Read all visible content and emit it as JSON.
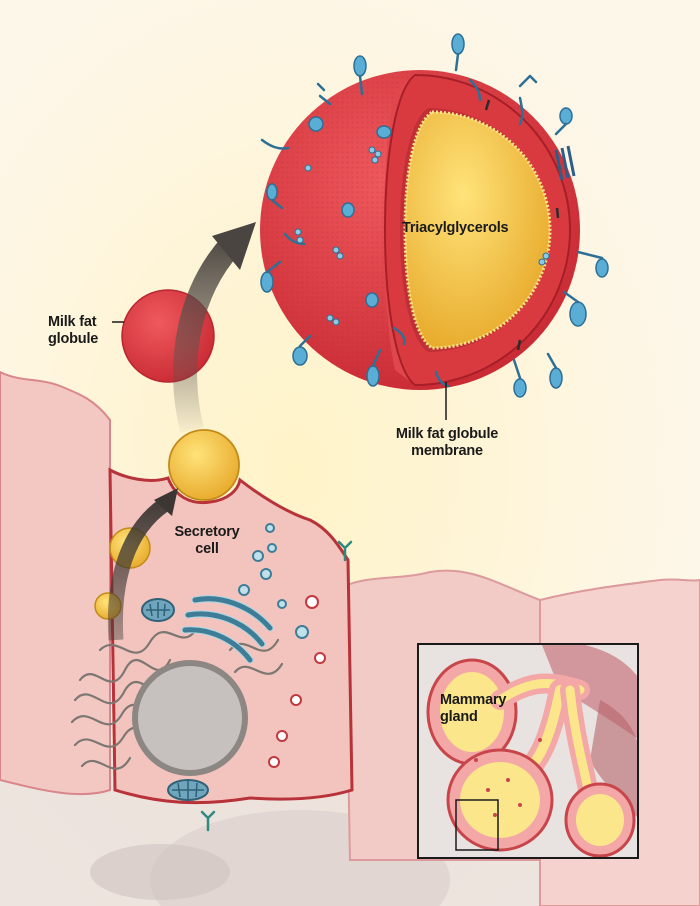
{
  "labels": {
    "milk_fat_globule": [
      "Milk fat",
      "globule"
    ],
    "triacylglycerols": "Triacylglycerols",
    "membrane": [
      "Milk fat globule",
      "membrane"
    ],
    "secretory_cell": [
      "Secretory",
      "cell"
    ],
    "mammary_gland": [
      "Mammary",
      "gland"
    ]
  },
  "colors": {
    "background": "#fdf6e6",
    "cell_fill": "#f3c6c0",
    "cell_outline": "#b8323a",
    "globule_red": "#d9333b",
    "lipid_yellow": "#f2b73a",
    "protein_blue": "#4f9fc6",
    "arrow": "#4a4540"
  }
}
